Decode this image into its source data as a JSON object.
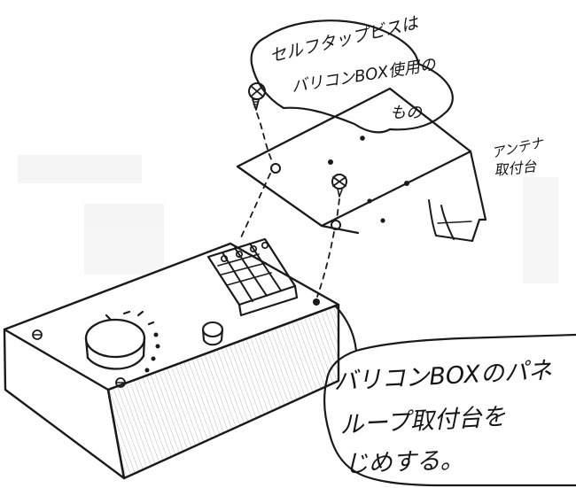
{
  "callouts": {
    "top_line1": "セルフタップビスは",
    "top_line2": "バリコンBOX使用の",
    "top_line3": "もの",
    "bottom_line1": "バリコンBOXのパネ",
    "bottom_line2": "ループ取付台を",
    "bottom_line3": "じめする。"
  },
  "labels": {
    "antenna_line1": "アンテナ",
    "antenna_line2": "取付台"
  },
  "colors": {
    "ink": "#1a1a1a",
    "paper": "#ffffff",
    "shade": "#9a9a9a"
  }
}
